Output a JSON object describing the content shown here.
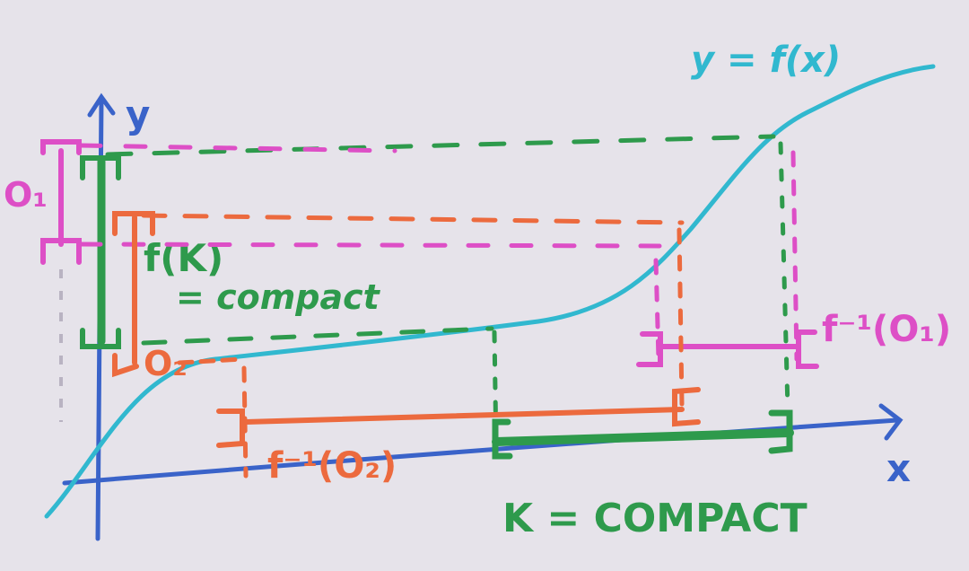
{
  "labels": {
    "curve": "y = f(x)",
    "x_axis": "x",
    "y_axis": "y",
    "o1": "O₁",
    "o2": "O₂",
    "f_k_line1": "f(K)",
    "f_k_line2": "= compact",
    "preimage_o1": "f⁻¹(O₁)",
    "preimage_o2": "f⁻¹(O₂)",
    "k_compact": "K = COMPACT"
  },
  "colors": {
    "paper": "#e6e3ea",
    "axis": "#3a63c9",
    "curve": "#31b8cf",
    "green": "#2e9a4c",
    "orange": "#ec6a3e",
    "magenta": "#dd4fc6"
  }
}
